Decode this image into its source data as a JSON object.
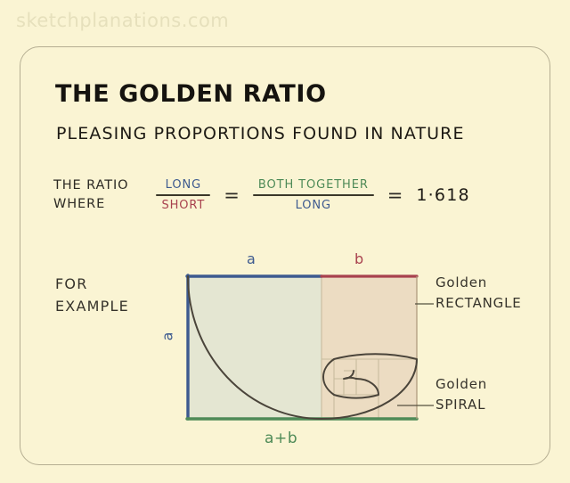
{
  "watermark": "sketchplanations.com",
  "title": "THE GOLDEN RATIO",
  "subtitle": "PLEASING PROPORTIONS FOUND  IN NATURE",
  "equation": {
    "lead_line1": "THE RATIO",
    "lead_line2": "WHERE",
    "fraction1": {
      "numerator": "LONG",
      "denominator": "SHORT"
    },
    "equals1": "=",
    "fraction2": {
      "numerator": "BOTH TOGETHER",
      "denominator": "LONG"
    },
    "equals2": "=",
    "value": "1·618"
  },
  "example": {
    "lead_line1": "FOR",
    "lead_line2": "EXAMPLE",
    "label_a_top": "a",
    "label_b_top": "b",
    "label_a_left": "a",
    "label_bottom": "a+b",
    "callout_rectangle_line1": "Golden",
    "callout_rectangle_line2": "RECTANGLE",
    "callout_spiral_line1": "Golden",
    "callout_spiral_line2": "SPIRAL"
  },
  "colors": {
    "background": "#faf4d3",
    "card_border": "#b5ae92",
    "ink": "#15130f",
    "blue": "#3d5a8f",
    "red": "#a8414e",
    "green": "#4e8a57",
    "square_fill": "#e4e6d2",
    "rect_fill": "#ecdcc2",
    "spiral": "#4a443a",
    "watermark": "#e6e0bc"
  }
}
